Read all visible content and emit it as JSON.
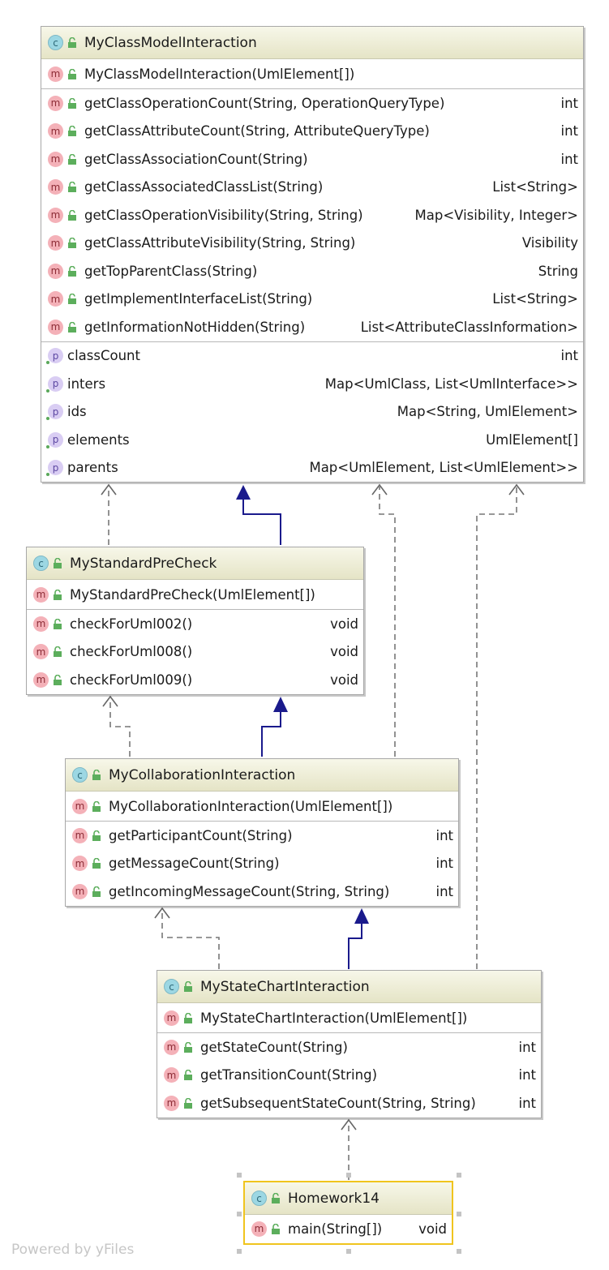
{
  "classes": {
    "model": {
      "name": "MyClassModelInteraction",
      "constructor": "MyClassModelInteraction(UmlElement[])",
      "methods": [
        {
          "name": "getClassOperationCount(String, OperationQueryType)",
          "type": "int"
        },
        {
          "name": "getClassAttributeCount(String, AttributeQueryType)",
          "type": "int"
        },
        {
          "name": "getClassAssociationCount(String)",
          "type": "int"
        },
        {
          "name": "getClassAssociatedClassList(String)",
          "type": "List<String>"
        },
        {
          "name": "getClassOperationVisibility(String, String)",
          "type": "Map<Visibility, Integer>"
        },
        {
          "name": "getClassAttributeVisibility(String, String)",
          "type": "Visibility"
        },
        {
          "name": "getTopParentClass(String)",
          "type": "String"
        },
        {
          "name": "getImplementInterfaceList(String)",
          "type": "List<String>"
        },
        {
          "name": "getInformationNotHidden(String)",
          "type": "List<AttributeClassInformation>"
        }
      ],
      "fields": [
        {
          "name": "classCount",
          "type": "int"
        },
        {
          "name": "inters",
          "type": "Map<UmlClass, List<UmlInterface>>"
        },
        {
          "name": "ids",
          "type": "Map<String, UmlElement>"
        },
        {
          "name": "elements",
          "type": "UmlElement[]"
        },
        {
          "name": "parents",
          "type": "Map<UmlElement, List<UmlElement>>"
        }
      ]
    },
    "precheck": {
      "name": "MyStandardPreCheck",
      "constructor": "MyStandardPreCheck(UmlElement[])",
      "methods": [
        {
          "name": "checkForUml002()",
          "type": "void"
        },
        {
          "name": "checkForUml008()",
          "type": "void"
        },
        {
          "name": "checkForUml009()",
          "type": "void"
        }
      ]
    },
    "collab": {
      "name": "MyCollaborationInteraction",
      "constructor": "MyCollaborationInteraction(UmlElement[])",
      "methods": [
        {
          "name": "getParticipantCount(String)",
          "type": "int"
        },
        {
          "name": "getMessageCount(String)",
          "type": "int"
        },
        {
          "name": "getIncomingMessageCount(String, String)",
          "type": "int"
        }
      ]
    },
    "state": {
      "name": "MyStateChartInteraction",
      "constructor": "MyStateChartInteraction(UmlElement[])",
      "methods": [
        {
          "name": "getStateCount(String)",
          "type": "int"
        },
        {
          "name": "getTransitionCount(String)",
          "type": "int"
        },
        {
          "name": "getSubsequentStateCount(String, String)",
          "type": "int"
        }
      ]
    },
    "hw": {
      "name": "Homework14",
      "methods": [
        {
          "name": "main(String[])",
          "type": "void"
        }
      ]
    }
  },
  "icons": {
    "class": "c",
    "method": "m",
    "field": "p"
  },
  "colors": {
    "header": "#e5e4c6",
    "extends_edge": "#1a1a8c",
    "dependency_edge": "#707070",
    "selection": "#f0c41e"
  },
  "watermark": "Powered by yFiles"
}
